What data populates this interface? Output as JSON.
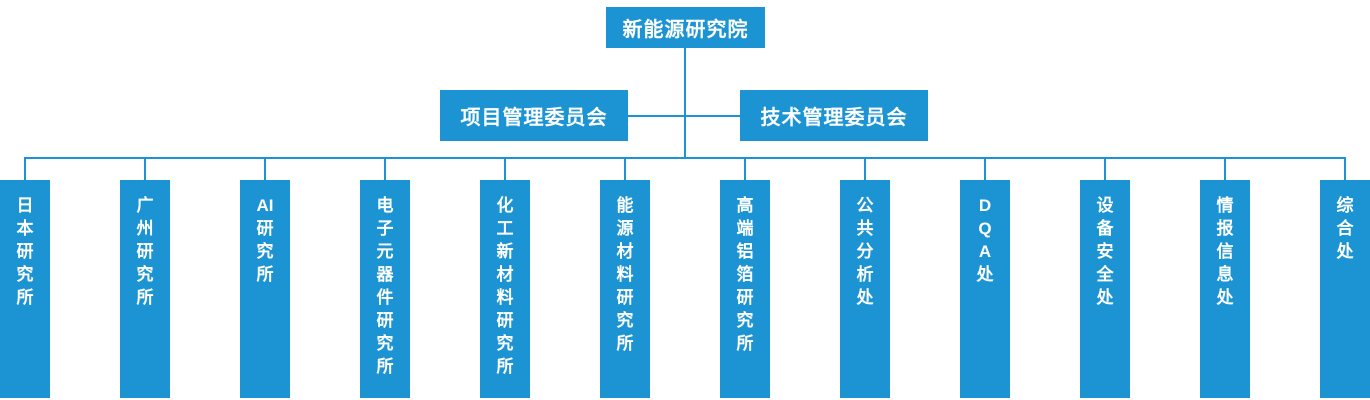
{
  "org_chart": {
    "accent_color": "#1C94D3",
    "text_color": "#ffffff",
    "root": {
      "label": "新能源研究院"
    },
    "committees": [
      {
        "label": "项目管理委员会"
      },
      {
        "label": "技术管理委员会"
      }
    ],
    "departments": [
      {
        "label": "日本研究所",
        "lines": [
          "日",
          "本",
          "研",
          "究",
          "所"
        ]
      },
      {
        "label": "广州研究所",
        "lines": [
          "广",
          "州",
          "研",
          "究",
          "所"
        ]
      },
      {
        "label": "AI研究所",
        "lines": [
          "AI",
          "研",
          "究",
          "所"
        ]
      },
      {
        "label": "电子元器件研究所",
        "lines": [
          "电",
          "子",
          "元",
          "器",
          "件",
          "研",
          "究",
          "所"
        ]
      },
      {
        "label": "化工新材料研究所",
        "lines": [
          "化",
          "工",
          "新",
          "材",
          "料",
          "研",
          "究",
          "所"
        ]
      },
      {
        "label": "能源材料研究所",
        "lines": [
          "能",
          "源",
          "材",
          "料",
          "研",
          "究",
          "所"
        ]
      },
      {
        "label": "高端铝箔研究所",
        "lines": [
          "高",
          "端",
          "铝",
          "箔",
          "研",
          "究",
          "所"
        ]
      },
      {
        "label": "公共分析处",
        "lines": [
          "公",
          "共",
          "分",
          "析",
          "处"
        ]
      },
      {
        "label": "DQA处",
        "lines": [
          "D",
          "Q",
          "A",
          "处"
        ]
      },
      {
        "label": "设备安全处",
        "lines": [
          "设",
          "备",
          "安",
          "全",
          "处"
        ]
      },
      {
        "label": "情报信息处",
        "lines": [
          "情",
          "报",
          "信",
          "息",
          "处"
        ]
      },
      {
        "label": "综合处",
        "lines": [
          "综",
          "合",
          "处"
        ]
      }
    ]
  }
}
